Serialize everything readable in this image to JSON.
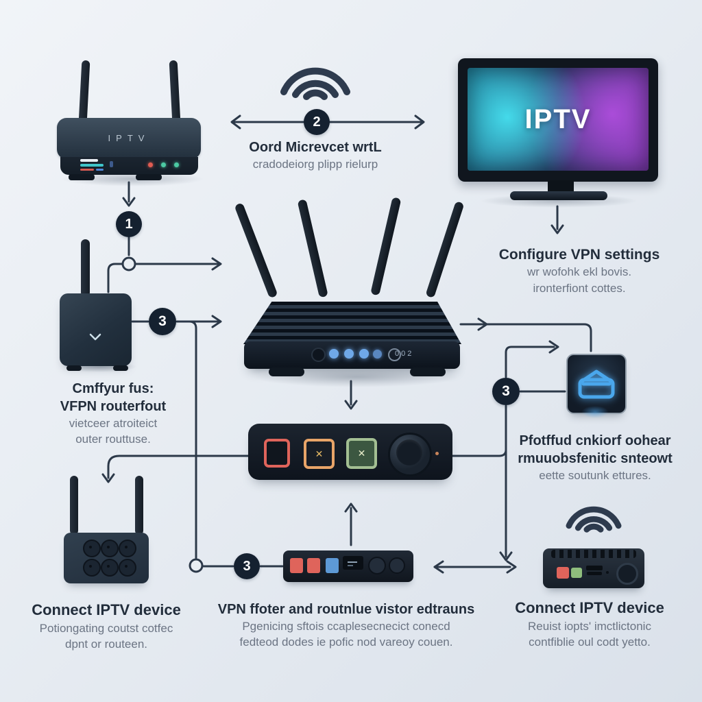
{
  "badges": {
    "one": "1",
    "two": "2",
    "three_left": "3",
    "three_right": "3",
    "three_bottom": "3"
  },
  "devices": {
    "iptv_box_label": "IPTV",
    "tv_screen_label": "IPTV",
    "router_panel_label": "002"
  },
  "glyphs": {
    "x_mark": "✕"
  },
  "captions": {
    "wifi_link": {
      "title": "Oord Micrevcet wrtL",
      "line1": "cradodeiorg plipp rielurp"
    },
    "configure_vpn": {
      "title": "Configure VPN settings",
      "line1": "wr wofohk ekl bovis.",
      "line2": "ironterfiont cottes."
    },
    "vpn_router": {
      "title1": "Cmffyur fus:",
      "title2": "VFPN routerfout",
      "line1": "vietceer atroiteict",
      "line2": "outer routtuse."
    },
    "platform_network": {
      "title1": "Pfotffud cnkiorf oohear",
      "title2": "rmuuobsfenitic snteowt",
      "line1": "eette soutunk ettures."
    },
    "connect_left": {
      "title": "Connect IPTV device",
      "line1": "Potiongating coutst cotfec",
      "line2": "dpnt or routeen."
    },
    "vpn_footer": {
      "title": "VPN ffoter and routnlue vistor edtrauns",
      "line1": "Pgenicing sftois ccaplesecnecict conecd",
      "line2": "fedteod dodes ie pofic nod vareoy couen."
    },
    "connect_right": {
      "title": "Connect IPTV device",
      "line1": "Reuist iopts' imctlictonic",
      "line2": "contfiblie oul codt yetto."
    }
  },
  "colors": {
    "line": "#2c3949",
    "badge_bg": "#152130",
    "accent_blue": "#4aa7ec",
    "screen_cyan": "#35c4d8",
    "screen_purple": "#9b3fc0",
    "btn_red": "#df645b",
    "btn_orange": "#e8a468",
    "btn_green": "#9cc08c",
    "btn_blue": "#5d99d6"
  }
}
